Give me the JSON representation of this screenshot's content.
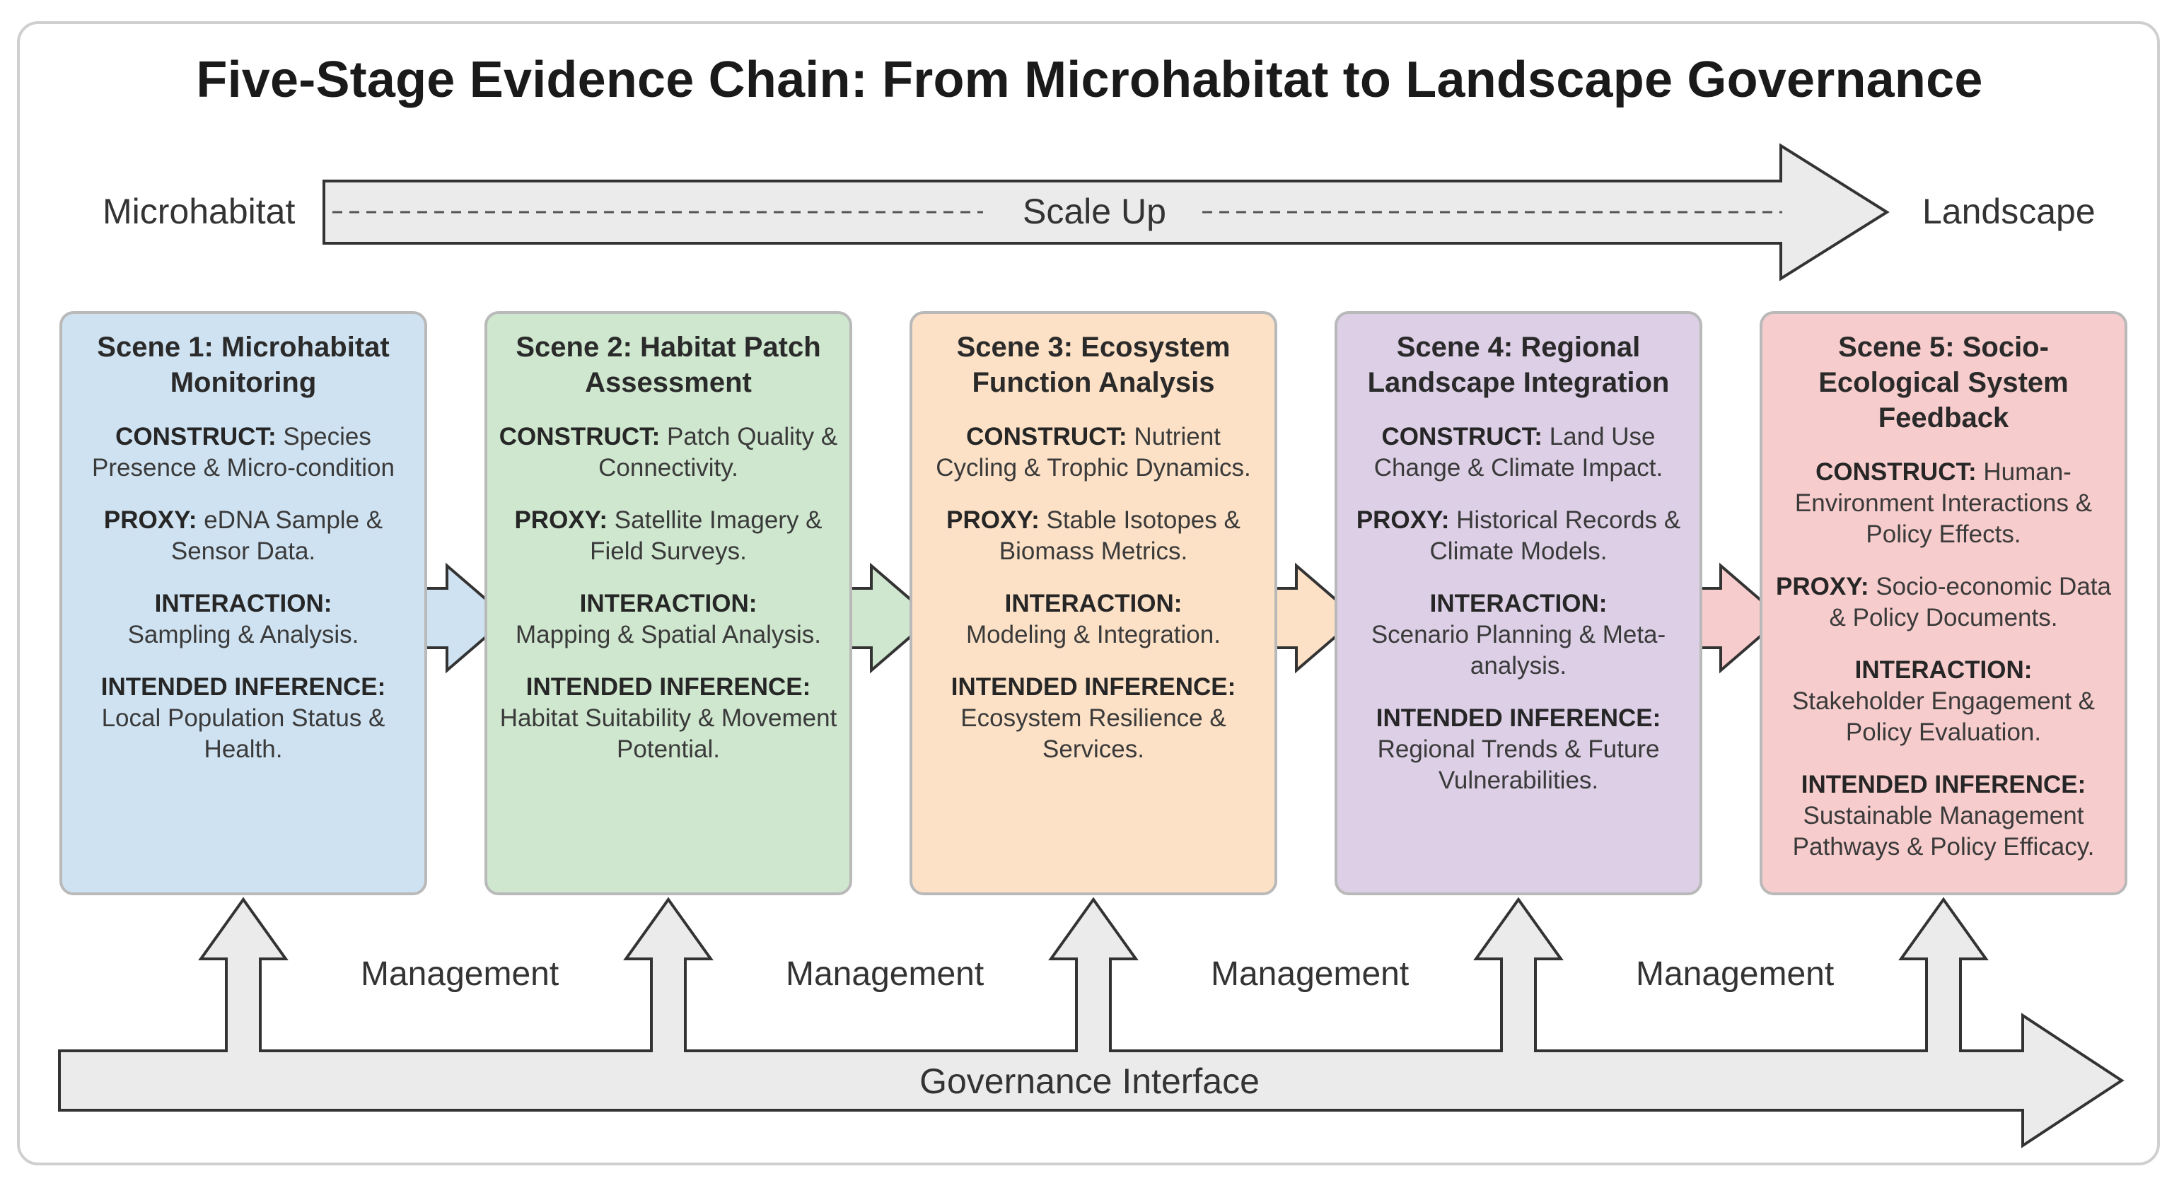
{
  "title": "Five-Stage Evidence Chain: From Microhabitat to Landscape Governance",
  "scale": {
    "left_label": "Microhabitat",
    "center_label": "Scale Up",
    "right_label": "Landscape"
  },
  "scenes": [
    {
      "title": "Scene 1: Microhabitat Monitoring",
      "construct": "Species Presence & Micro-condition",
      "proxy": "eDNA Sample & Sensor Data.",
      "interaction": "Sampling & Analysis.",
      "inference": "Local Population Status & Health.",
      "color": "#cfe2f1"
    },
    {
      "title": "Scene 2: Habitat Patch Assessment",
      "construct": "Patch Quality & Connectivity.",
      "proxy": "Satellite Imagery & Field Surveys.",
      "interaction": "Mapping & Spatial Analysis.",
      "inference": "Habitat Suitability & Movement Potential.",
      "color": "#cfe7cf"
    },
    {
      "title": "Scene 3: Ecosystem Function Analysis",
      "construct": "Nutrient Cycling & Trophic Dynamics.",
      "proxy": "Stable Isotopes & Biomass Metrics.",
      "interaction": "Modeling & Integration.",
      "inference": "Ecosystem Resilience & Services.",
      "color": "#fce1c6"
    },
    {
      "title": "Scene 4: Regional Landscape Integration",
      "construct": "Land Use Change & Climate Impact.",
      "proxy": "Historical Records & Climate Models.",
      "interaction": "Scenario Planning & Meta-analysis.",
      "inference": "Regional Trends & Future Vulnerabilities.",
      "color": "#dccfe6"
    },
    {
      "title": "Scene 5: Socio-Ecological System Feedback",
      "construct": "Human-Environment Interactions & Policy Effects.",
      "proxy": "Socio-economic Data & Policy Documents.",
      "interaction": "Stakeholder Engagement & Policy Evaluation.",
      "inference": "Sustainable Management Pathways & Policy Efficacy.",
      "color": "#f7cccc"
    }
  ],
  "section_labels": {
    "construct": "CONSTRUCT:",
    "proxy": "PROXY:",
    "interaction": "INTERACTION:",
    "inference": "INTENDED INFERENCE:"
  },
  "management_labels": [
    "Management",
    "Management",
    "Management",
    "Management"
  ],
  "governance_label": "Governance Interface",
  "colors": {
    "arrow_gray": "#ebebeb",
    "arrow_stroke": "#333333",
    "arrow_1_2": "#cfe2f1",
    "arrow_2_3": "#cfe7cf",
    "arrow_3_4": "#fce1c6",
    "arrow_4_5": "#f7cccc"
  }
}
